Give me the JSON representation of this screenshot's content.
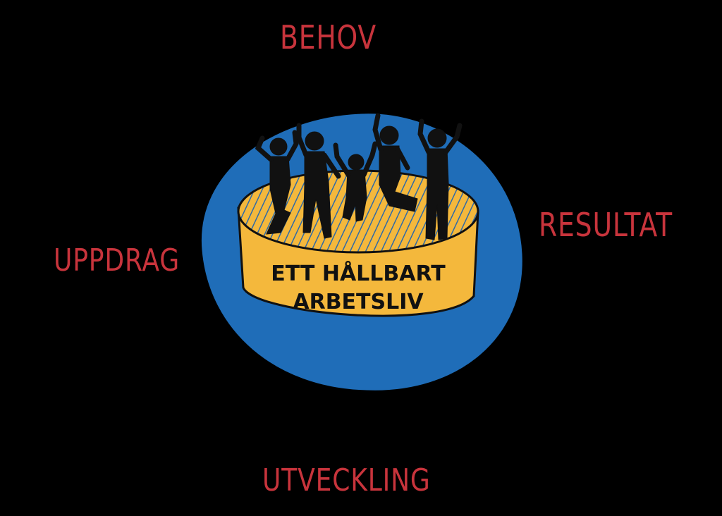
{
  "diagram": {
    "labels": {
      "top": "BEHOV",
      "right": "RESULTAT",
      "left": "UPPDRAG",
      "bottom": "UTVECKLING"
    },
    "center": {
      "line1": "ETT HÅLLBART",
      "line2": "ARBETSLIV"
    },
    "colors": {
      "background": "#000000",
      "label": "#c8343c",
      "circle": "#1f6db8",
      "platform": "#f4b83c",
      "figures": "#111111"
    },
    "icons": [
      "people-celebrating-icon",
      "platform-icon"
    ]
  }
}
